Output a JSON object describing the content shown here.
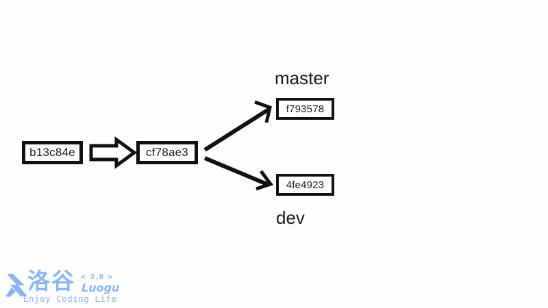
{
  "diagram": {
    "title": "git-branch-commit-graph",
    "background_color": "#fdfdfd",
    "stroke_color": "#111111",
    "commits": [
      {
        "id": "b13c84e",
        "label": "b13c84e"
      },
      {
        "id": "cf78ae3",
        "label": "cf78ae3"
      },
      {
        "id": "f793578",
        "label": "f793578"
      },
      {
        "id": "4fe4923",
        "label": "4fe4923"
      }
    ],
    "branches": [
      {
        "name": "master",
        "label": "master",
        "commit": "f793578",
        "position": "above"
      },
      {
        "name": "dev",
        "label": "dev",
        "commit": "4fe4923",
        "position": "below"
      }
    ],
    "edges": [
      {
        "from": "b13c84e",
        "to": "cf78ae3",
        "style": "hollow-block-arrow"
      },
      {
        "from": "cf78ae3",
        "to": "f793578",
        "style": "line-arrow-up"
      },
      {
        "from": "cf78ae3",
        "to": "4fe4923",
        "style": "line-arrow-down"
      }
    ]
  },
  "watermark": {
    "cjk_name": "洛谷",
    "version": "< 3.0 >",
    "romaji": "Luogu",
    "tagline": "Enjoy Coding Life",
    "color": "#8cb6f2"
  }
}
